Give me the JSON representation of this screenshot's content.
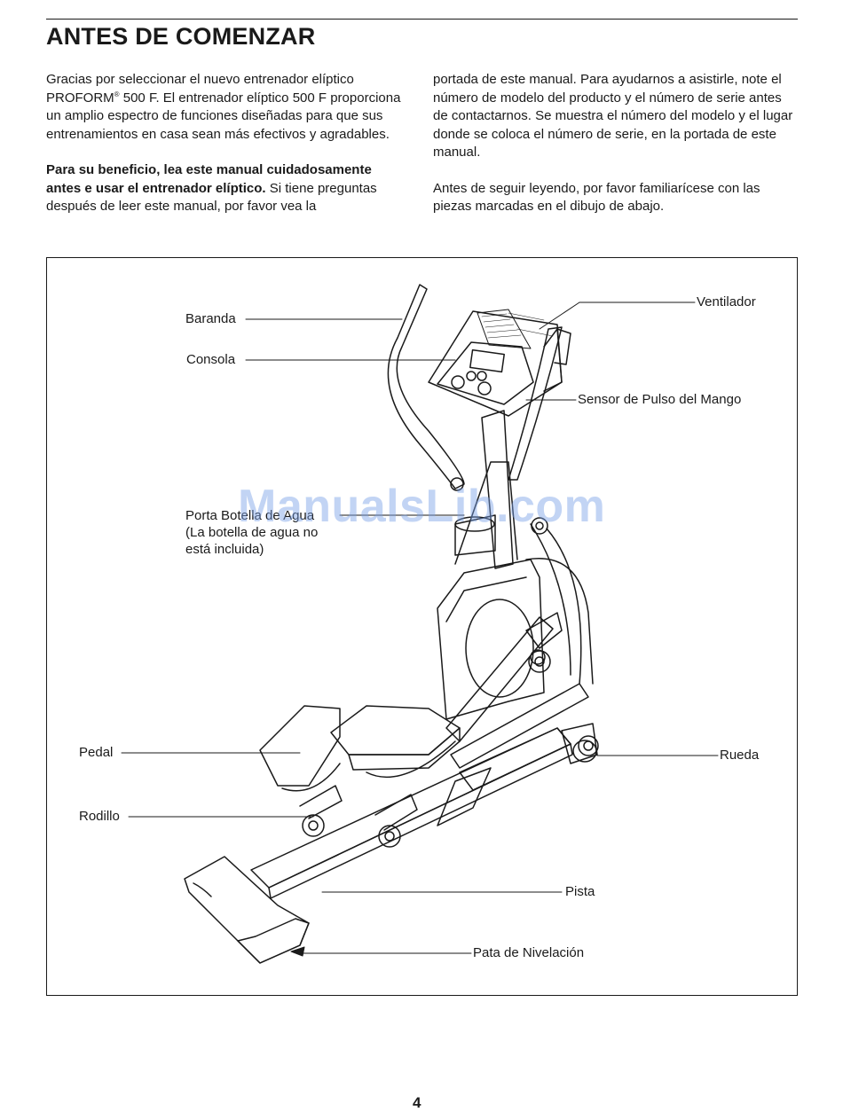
{
  "header": {
    "title": "ANTES DE COMENZAR"
  },
  "intro": {
    "left_p1_a": "Gracias por seleccionar el nuevo entrenador elíptico PROFORM",
    "left_p1_reg": "®",
    "left_p1_b": " 500 F. El entrenador elíptico 500 F proporciona un amplio espectro de funciones diseñadas para que sus entrenamientos en casa sean más efectivos y agradables.",
    "left_p2_bold": "Para su beneficio, lea este manual cuidadosamente antes e usar el entrenador elíptico.",
    "left_p2_rest": " Si tiene preguntas después de leer este manual, por favor vea la",
    "right_p1": "portada de este manual. Para ayudarnos a asistirle, note el número de modelo del producto y el número de serie antes de contactarnos. Se muestra el número del modelo y el lugar donde se coloca el número de serie, en la portada de este manual.",
    "right_p2": "Antes de seguir leyendo, por favor familiarícese con las piezas marcadas en el dibujo de abajo."
  },
  "diagram": {
    "labels": {
      "baranda": "Baranda",
      "consola": "Consola",
      "ventilador": "Ventilador",
      "sensor": "Sensor de Pulso del Mango",
      "porta_line1": "Porta Botella de Agua",
      "porta_line2": "(La botella de agua no",
      "porta_line3": "está incluida)",
      "pedal": "Pedal",
      "rodillo": "Rodillo",
      "rueda": "Rueda",
      "pista": "Pista",
      "pata": "Pata de Nivelación"
    },
    "watermark": "ManualsLib.com"
  },
  "footer": {
    "page_number": "4"
  }
}
